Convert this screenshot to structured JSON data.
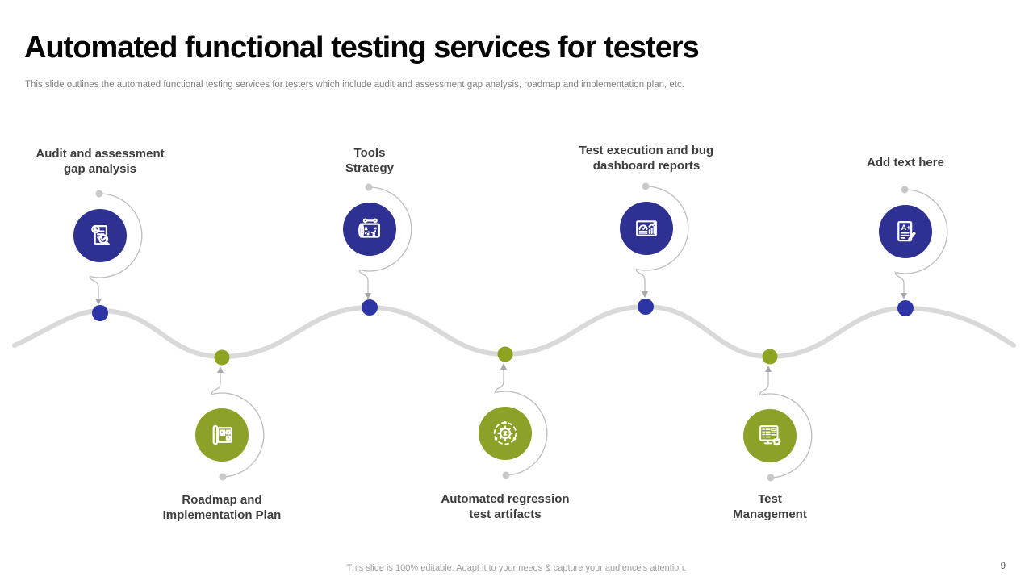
{
  "slide": {
    "title": "Automated functional testing services for testers",
    "subtitle": "This slide outlines the automated functional testing services for testers which include audit and assessment gap analysis, roadmap and implementation plan, etc.",
    "footer": "This slide is 100% editable. Adapt it to your needs & capture your audience's attention.",
    "page_number": "9"
  },
  "colors": {
    "node_blue": "#2e3192",
    "node_green": "#8ba127",
    "wave_gray": "#d9d9d9",
    "connector_gray": "#bdbdbd",
    "label_dark": "#3d3d3d",
    "subtitle_gray": "#7f7f7f"
  },
  "nodes": [
    {
      "label_line1": "Audit and assessment",
      "label_line2": "gap analysis",
      "icon": "audit-document-icon",
      "color": "blue",
      "position": "top"
    },
    {
      "label_line1": "Roadmap and",
      "label_line2": "Implementation Plan",
      "icon": "roadmap-plan-icon",
      "color": "green",
      "position": "bottom"
    },
    {
      "label_line1": "Tools",
      "label_line2": "Strategy",
      "icon": "tools-strategy-icon",
      "color": "blue",
      "position": "top"
    },
    {
      "label_line1": "Automated regression",
      "label_line2": "test artifacts",
      "icon": "automation-gear-icon",
      "color": "green",
      "position": "bottom"
    },
    {
      "label_line1": "Test execution and bug",
      "label_line2": "dashboard reports",
      "icon": "dashboard-report-icon",
      "color": "blue",
      "position": "top"
    },
    {
      "label_line1": "Test",
      "label_line2": "Management",
      "icon": "test-management-icon",
      "color": "green",
      "position": "bottom"
    },
    {
      "label_line1": "Add text here",
      "label_line2": "",
      "icon": "edit-document-icon",
      "color": "blue",
      "position": "top"
    }
  ],
  "icons": {
    "a_plus": "A+"
  }
}
